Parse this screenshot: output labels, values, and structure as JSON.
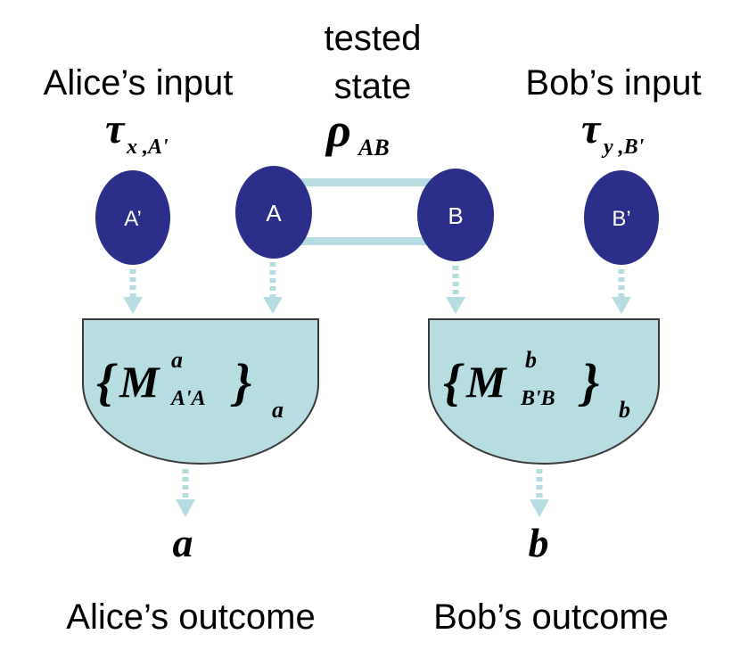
{
  "labels": {
    "alice_input": "Alice’s input",
    "tested_line1": "tested",
    "tested_line2": "state",
    "bob_input": "Bob’s input",
    "alice_outcome": "Alice’s outcome",
    "bob_outcome": "Bob’s outcome"
  },
  "math": {
    "tau": "τ",
    "alice_tau_sub": "x ,A'",
    "bob_tau_sub": "y ,B'",
    "rho": "ρ",
    "rho_sub": "AB",
    "alice_M": "M",
    "alice_M_sup": "a",
    "alice_M_sub": "A'A",
    "alice_set_index": "a",
    "bob_M": "M",
    "bob_M_sup": "b",
    "bob_M_sub": "B'B",
    "bob_set_index": "b",
    "brace_open": "{",
    "brace_close": "}",
    "alice_outcome_symbol": "a",
    "bob_outcome_symbol": "b"
  },
  "nodes": {
    "a_prime": "A’",
    "a": "A",
    "b": "B",
    "b_prime": "B’"
  },
  "colors": {
    "node_fill": "#2b2f8a",
    "box_fill": "#b5dde2",
    "box_stroke": "#3a3a3a",
    "link": "#b5dde2"
  }
}
